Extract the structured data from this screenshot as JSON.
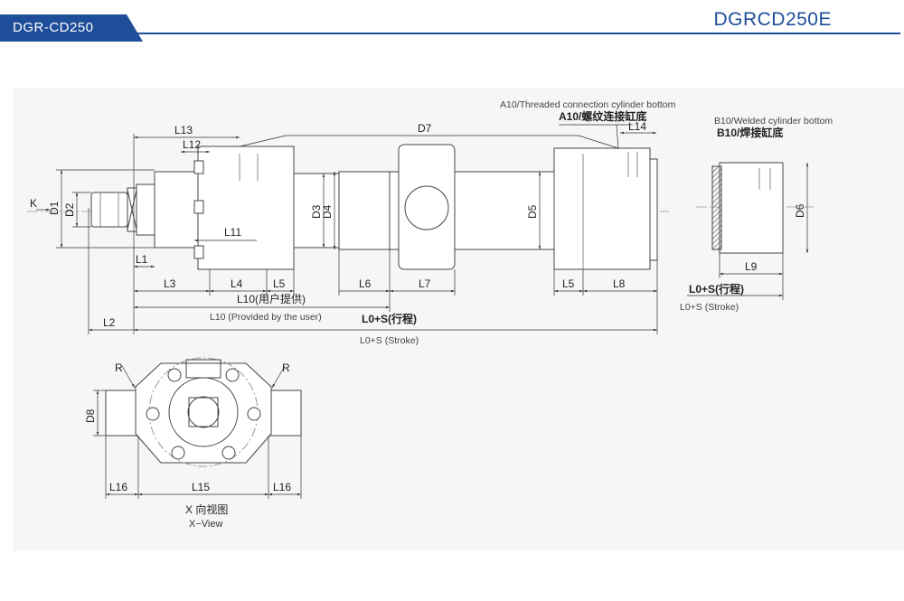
{
  "header": {
    "series_tab": "DGR-CD250",
    "model_code": "DGRCD250E",
    "accent_color": "#1e4d99"
  },
  "drawing": {
    "callouts": {
      "a10_en": "A10/Threaded connection cylinder bottom",
      "a10_cn": "A10/螺纹连接缸底",
      "b10_en": "B10/Welded cylinder bottom",
      "b10_cn": "B10/焊接缸底"
    },
    "dims": {
      "L13": "L13",
      "L12": "L12",
      "L14": "L14",
      "D7": "D7",
      "K": "K",
      "D1": "D1",
      "D2": "D2",
      "D3": "D3",
      "D4": "D4",
      "D5": "D5",
      "D6": "D6",
      "L11": "L11",
      "L1": "L1",
      "L3": "L3",
      "L4": "L4",
      "L5a": "L5",
      "L6": "L6",
      "L7": "L7",
      "L5b": "L5",
      "L8": "L8",
      "L9": "L9",
      "L2": "L2",
      "L10_cn": "L10(用户提供)",
      "L10_en": "L10 (Provided by the user)",
      "L0S_cn": "L0+S(行程)",
      "L0S_en": "L0+S (Stroke)",
      "L0S_b10_cn": "L0+S(行程)",
      "L0S_b10_en": "L0+S (Stroke)"
    },
    "view_x": {
      "R_left": "R",
      "R_right": "R",
      "D8": "D8",
      "L16_left": "L16",
      "L15": "L15",
      "L16_right": "L16",
      "caption_cn": "X 向视图",
      "caption_en": "X−View"
    }
  }
}
